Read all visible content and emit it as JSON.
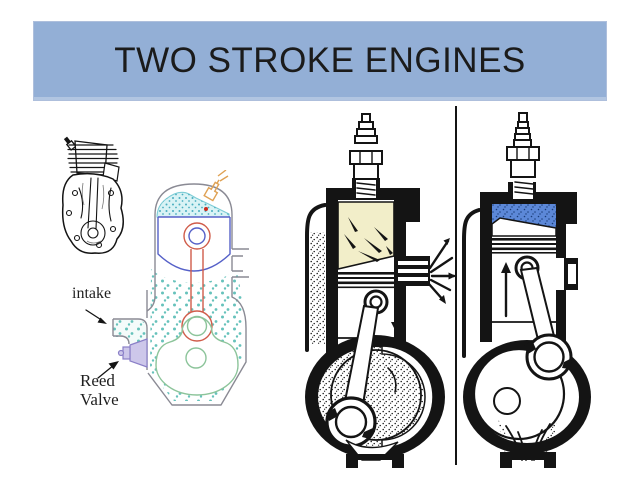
{
  "slide": {
    "title": "TWO STROKE ENGINES"
  },
  "labels": {
    "intake": "intake",
    "reed_valve": "Reed\nValve"
  },
  "colors": {
    "title_bar": "#93afd6",
    "title_text": "#1b1b1b",
    "ink": "#141414",
    "casing_gray": "#8a8a94",
    "piston_blue": "#5560c8",
    "rod_red": "#d05c4a",
    "crank_green": "#8cc49a",
    "band_fill": "#d9f3f5",
    "band_stroke": "#7ecdd6",
    "band_dot": "#49aebf",
    "mixture_teal": "#66c2bb",
    "reed_purple": "#8a7fc7",
    "reed_fill": "#cdc7ea",
    "plug_orange": "#dfa153",
    "spark_red": "#cc2b1d",
    "combustion_cream": "#f2eec9",
    "charge_blue": "#5c88d8",
    "speckle_navy": "#1a3c78"
  }
}
